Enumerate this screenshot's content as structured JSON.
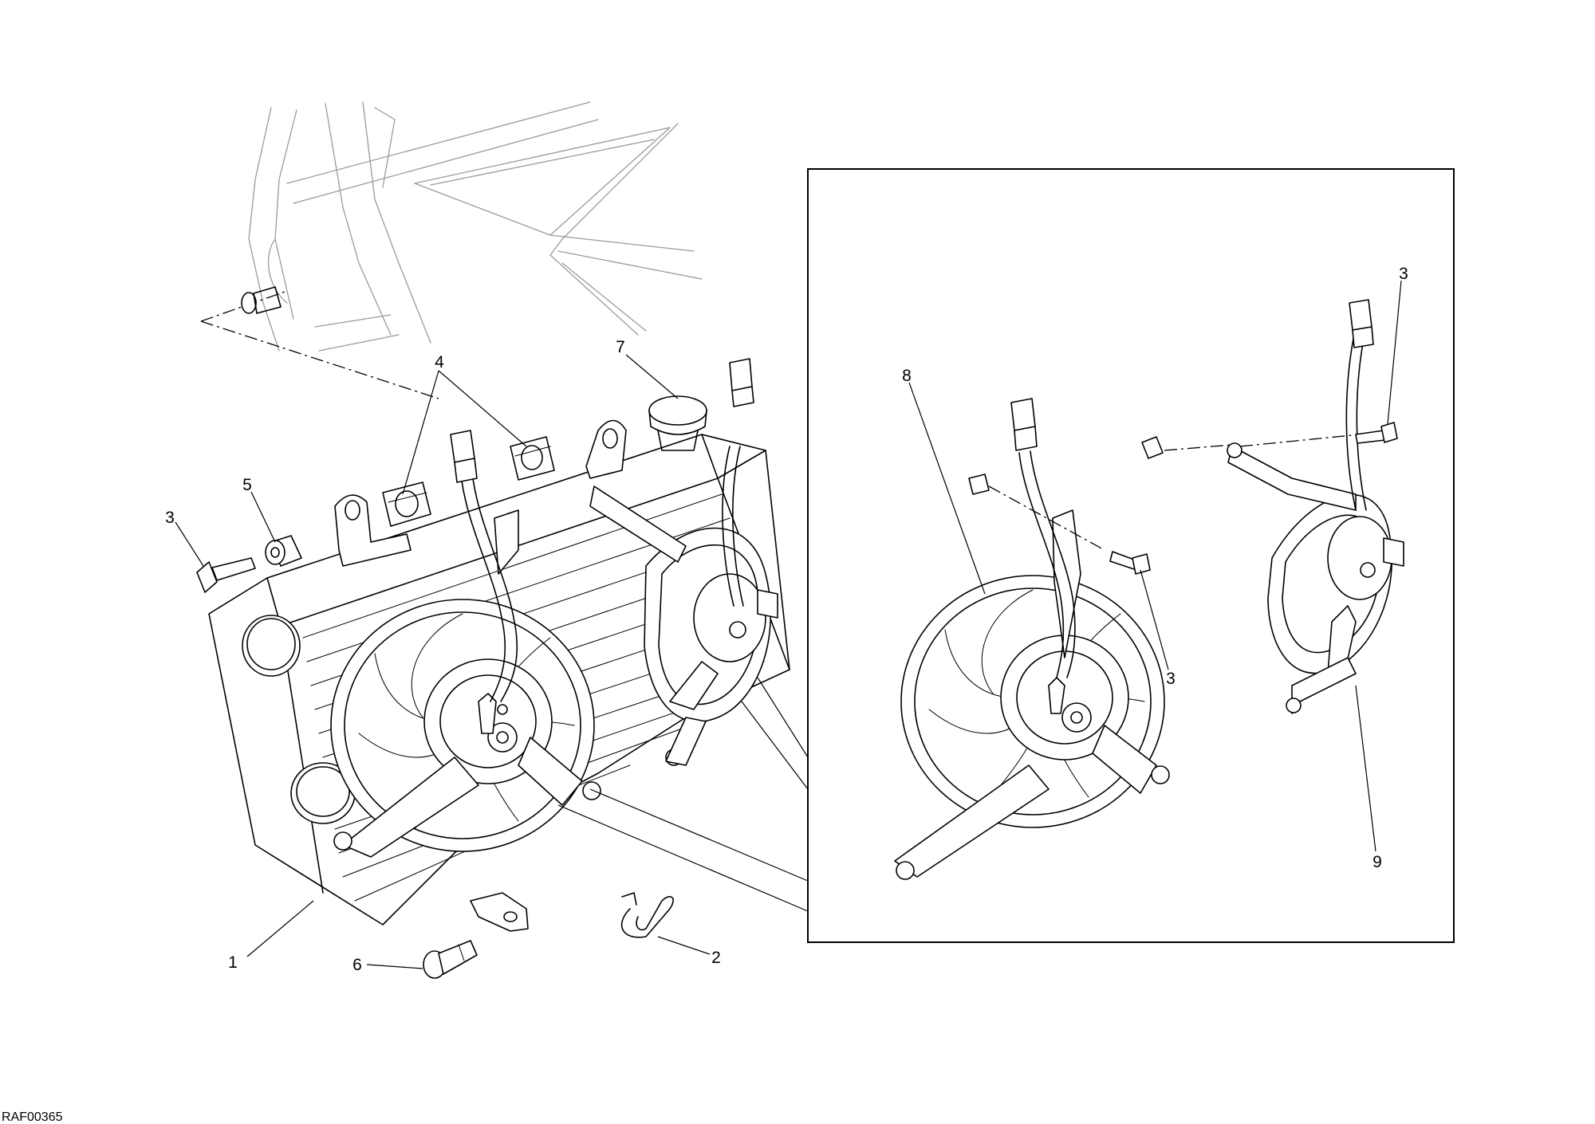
{
  "drawing_code": "RAF00365",
  "callouts": [
    "1",
    "2",
    "3",
    "4",
    "5",
    "6",
    "7",
    "8",
    "9"
  ],
  "callout_labels": {
    "c1": "1",
    "c2": "2",
    "c3_left": "3",
    "c4": "4",
    "c5": "5",
    "c6": "6",
    "c7": "7",
    "c8": "8",
    "c3_detail_mid": "3",
    "c3_detail_top": "3",
    "c9": "9"
  },
  "colors": {
    "line": "#000000",
    "frame_ghost": "#9a9a9a",
    "background": "#ffffff"
  }
}
